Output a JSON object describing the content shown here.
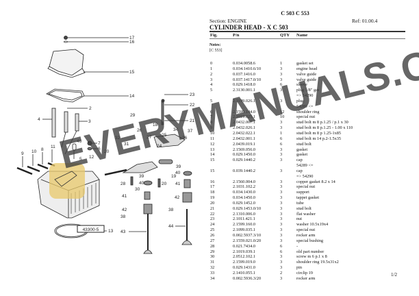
{
  "header": {
    "model": "C 503 C 553",
    "section": "Section: ENGINE",
    "ref": "Ref: 01.00.4",
    "title": "CYLINDER HEAD - X C 503"
  },
  "columns": {
    "fig": "Fig.",
    "pn": "P/n",
    "qty": "QTY",
    "name": "Name"
  },
  "notes": {
    "label": "Notes:",
    "value": "[C 553]"
  },
  "rows": [
    {
      "fig": "0",
      "pn": "0.034.0058.6",
      "qty": "1",
      "name": "gasket set"
    },
    {
      "fig": "1",
      "pn": "0.034.1410.6/10",
      "qty": "3",
      "name": "engine head"
    },
    {
      "fig": "2",
      "pn": "0.037.1416.0",
      "qty": "3",
      "name": "valve guide"
    },
    {
      "fig": "3",
      "pn": "0.037.1417.0/10",
      "qty": "3",
      "name": "valve guide"
    },
    {
      "fig": "4",
      "pn": "0.029.1418.0",
      "qty": "6",
      "name": "sleeve"
    },
    {
      "fig": "5",
      "pn": "2.3130.001.1",
      "qty": "3",
      "name": "plug 1/8\" gas",
      "note": "=> 54290"
    },
    {
      "fig": "5",
      "pn": "2.3199.026.1",
      "qty": "3",
      "name": "plug",
      "note": "54289 <="
    },
    {
      "fig": "6",
      "pn": "2.1599.144.0",
      "qty": "12",
      "name": "shoulder ring"
    },
    {
      "fig": "7",
      "pn": "2.1019.025.1",
      "qty": "10",
      "name": "special nut"
    },
    {
      "fig": "8",
      "pn": "2.0432.007.1",
      "qty": "3",
      "name": "stud bolt m 8 p.1.25 / p.1 x 30"
    },
    {
      "fig": "9",
      "pn": "2.0432.026.1",
      "qty": "3",
      "name": "stud bolt m 8 p.1.25 - 1.00 x 110"
    },
    {
      "fig": "10",
      "pn": "2.0432.022.1",
      "qty": "1",
      "name": "stud bolt m 8 p 1.25-1x85"
    },
    {
      "fig": "11",
      "pn": "2.0432.001.1",
      "qty": "6",
      "name": "stud bolt m 14 p.2-1.5x35"
    },
    {
      "fig": "12",
      "pn": "2.0439.019.1",
      "qty": "6",
      "name": "stud bolt"
    },
    {
      "fig": "13",
      "pn": "2.1569.056.0",
      "qty": "3",
      "name": "gasket"
    },
    {
      "fig": "14",
      "pn": "0.029.1450.0",
      "qty": "3",
      "name": "gasket"
    },
    {
      "fig": "15",
      "pn": "0.029.1440.2",
      "qty": "3",
      "name": "cap",
      "note": "54289 <="
    },
    {
      "fig": "15",
      "pn": "0.039.1440.2",
      "qty": "3",
      "name": "cap",
      "note": "=> 54290"
    },
    {
      "fig": "16",
      "pn": "2.1560.004.0",
      "qty": "3",
      "name": "copper gasket 8.2 x 14"
    },
    {
      "fig": "17",
      "pn": "2.1031.102.2",
      "qty": "3",
      "name": "special nut"
    },
    {
      "fig": "18",
      "pn": "0.034.1430.0",
      "qty": "3",
      "name": "support"
    },
    {
      "fig": "19",
      "pn": "0.034.1450.0",
      "qty": "3",
      "name": "tappet gasket"
    },
    {
      "fig": "20",
      "pn": "0.029.1452.0",
      "qty": "3",
      "name": "tube"
    },
    {
      "fig": "21",
      "pn": "0.029.1453.0/10",
      "qty": "3",
      "name": "stud bolt"
    },
    {
      "fig": "22",
      "pn": "2.1310.006.0",
      "qty": "3",
      "name": "flat washer"
    },
    {
      "fig": "23",
      "pn": "2.1011.421.1",
      "qty": "3",
      "name": "nut"
    },
    {
      "fig": "24",
      "pn": "2.1599.160.0",
      "qty": "3",
      "name": "washer 10.5x19x4"
    },
    {
      "fig": "25",
      "pn": "2.1099.035.1",
      "qty": "3",
      "name": "special nut"
    },
    {
      "fig": "26",
      "pn": "0.002.5937.3/10",
      "qty": "3",
      "name": "rocker arm"
    },
    {
      "fig": "27",
      "pn": "2.1559.021.0/20",
      "qty": "3",
      "name": "special bushing"
    },
    {
      "fig": "28",
      "pn": "0.021.7434.0",
      "qty": "6",
      "name": "-"
    },
    {
      "fig": "29",
      "pn": "2.1019.039.1",
      "qty": "6",
      "name": "old part number"
    },
    {
      "fig": "30",
      "pn": "2.0512.102.1",
      "qty": "3",
      "name": "screw m 6 p.1 x 8"
    },
    {
      "fig": "31",
      "pn": "2.1599.019.0",
      "qty": "3",
      "name": "shoulder ring 19.5x31x2"
    },
    {
      "fig": "32",
      "pn": "0.029.1431.0",
      "qty": "3",
      "name": "pin"
    },
    {
      "fig": "33",
      "pn": "2.1410.055.1",
      "qty": "2",
      "name": "circlip 19"
    },
    {
      "fig": "34",
      "pn": "0.002.5936.3/20",
      "qty": "3",
      "name": "rocker arm"
    }
  ],
  "diagram": {
    "figure_number": "43300-5",
    "callouts": [
      "17",
      "16",
      "15",
      "14",
      "23",
      "22",
      "21",
      "2",
      "4",
      "3",
      "29",
      "18",
      "26",
      "34",
      "37",
      "27",
      "25",
      "36",
      "32",
      "7",
      "24",
      "46",
      "6",
      "31",
      "20",
      "9",
      "10",
      "8",
      "11",
      "5",
      "12",
      "39",
      "19",
      "39",
      "40",
      "28",
      "40",
      "20",
      "30",
      "41",
      "41",
      "42",
      "42",
      "38",
      "38",
      "43",
      "44",
      "13"
    ]
  },
  "watermark": "EVERYMANUALS.COM",
  "page": "1/2"
}
